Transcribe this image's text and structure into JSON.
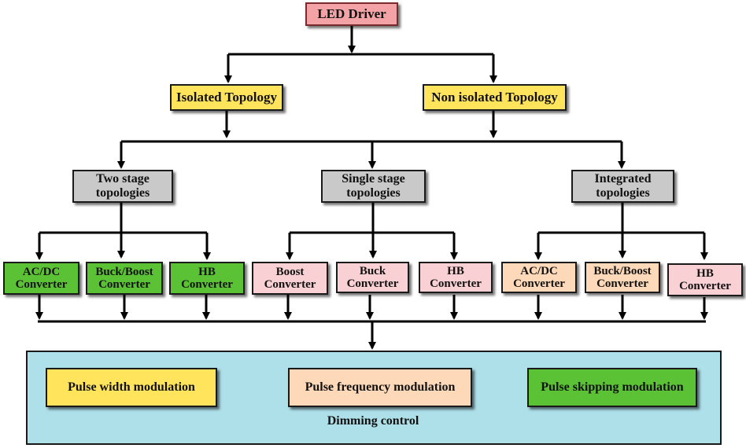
{
  "colors": {
    "root": "#f3a3a6",
    "yellow": "#ffe45c",
    "gray": "#c9c9c9",
    "green": "#5bc236",
    "pink": "#f9d0d4",
    "peach": "#fdd9b9",
    "panel": "#aee0ea",
    "line": "#000000"
  },
  "root": {
    "label": "LED Driver"
  },
  "categories": [
    {
      "label": "Isolated Topology"
    },
    {
      "label": "Non isolated Topology"
    }
  ],
  "stages": [
    {
      "line1": "Two stage",
      "line2": "topologies"
    },
    {
      "line1": "Single stage",
      "line2": "topologies"
    },
    {
      "line1": "Integrated",
      "line2": "topologies"
    }
  ],
  "converters": [
    {
      "line1": "AC/DC",
      "line2": "Converter"
    },
    {
      "line1": "Buck/Boost",
      "line2": "Converter"
    },
    {
      "line1": "HB",
      "line2": "Converter"
    },
    {
      "line1": "Boost",
      "line2": "Converter"
    },
    {
      "line1": "Buck",
      "line2": "Converter"
    },
    {
      "line1": "HB",
      "line2": "Converter"
    },
    {
      "line1": "AC/DC",
      "line2": "Converter"
    },
    {
      "line1": "Buck/Boost",
      "line2": "Converter"
    },
    {
      "line1": "HB",
      "line2": "Converter"
    }
  ],
  "dimming": {
    "title": "Dimming control",
    "methods": [
      {
        "label": "Pulse width modulation"
      },
      {
        "label": "Pulse frequency modulation"
      },
      {
        "label": "Pulse skipping modulation"
      }
    ]
  }
}
